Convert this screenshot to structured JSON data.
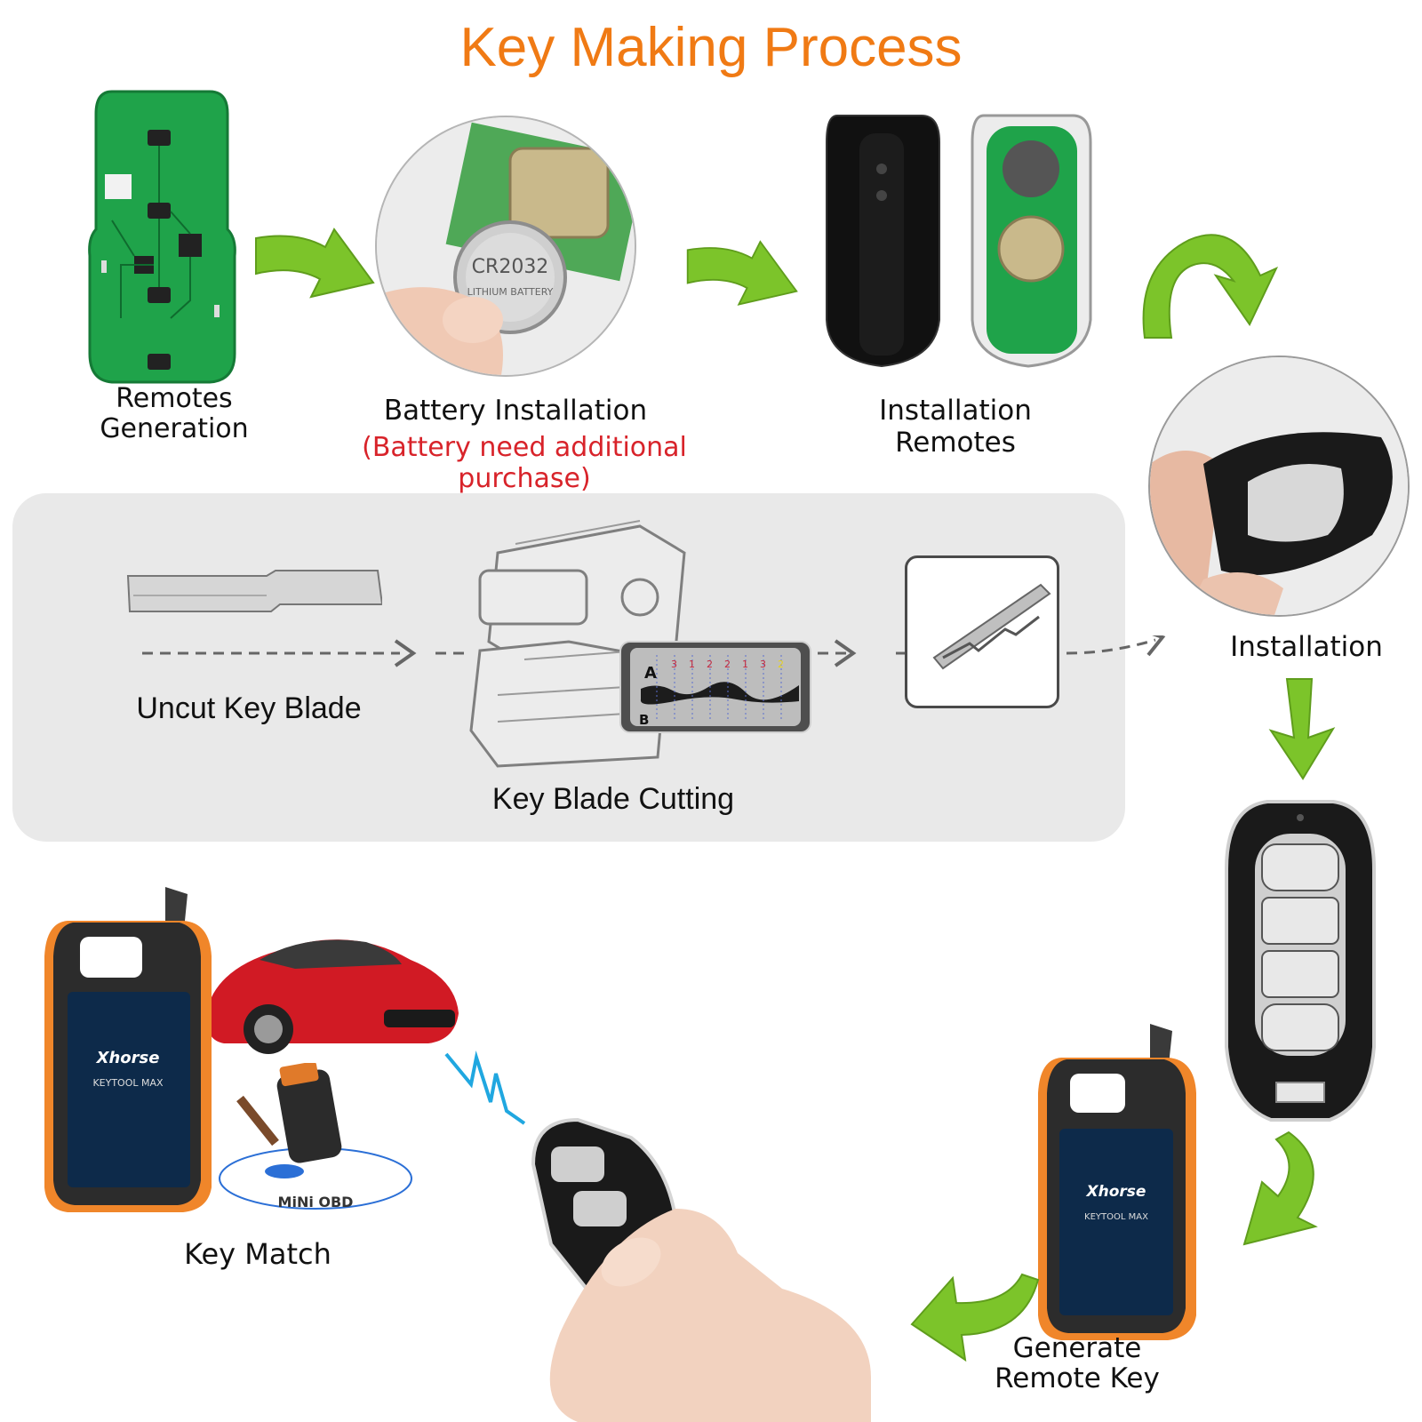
{
  "title": "Key Making Process",
  "steps": {
    "remotes_generation": "Remotes\nGeneration",
    "battery_installation": "Battery Installation",
    "battery_note": "(Battery need additional purchase)",
    "installation_remotes": "Installation Remotes",
    "installation": "Installation",
    "uncut_key_blade": "Uncut Key Blade",
    "key_blade_cutting": "Key Blade Cutting",
    "key_match": "Key Match",
    "generate_remote_key": "Generate\nRemote Key"
  },
  "images": {
    "battery_text": "CR2032",
    "battery_sub": "LITHIUM BATTERY",
    "cutter_marks": [
      "A",
      "B"
    ],
    "cutter_digits": [
      "3",
      "1",
      "2",
      "2",
      "1",
      "3",
      "2"
    ],
    "device_brand": "Xhorse",
    "device_model": "KEYTOOL MAX",
    "obd_label": "MiNi OBD"
  },
  "colors": {
    "title": "#f07a14",
    "note": "#d8232a",
    "arrow_green": "#7cc42a",
    "pcb_green": "#1fa34a"
  }
}
